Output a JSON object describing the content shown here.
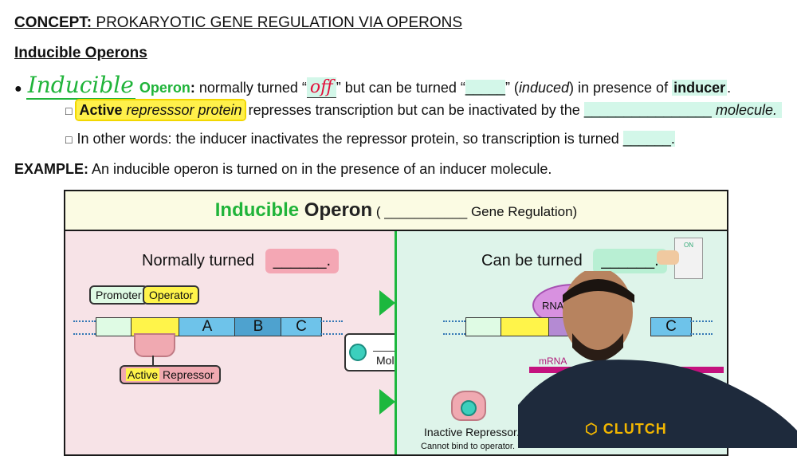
{
  "concept": {
    "label": "CONCEPT:",
    "title": "PROKARYOTIC GENE REGULATION VIA OPERONS"
  },
  "subheading": "Inducible Operons",
  "bullet1": {
    "handwritten_word": "Inducible",
    "operon": "Operon",
    "colon": ":",
    "text_a": " normally turned “",
    "handwritten_off": "off",
    "text_b": "” but can be turned “",
    "blank": "_____",
    "text_c": "” (",
    "induced": "induced",
    "text_d": ") in presence of ",
    "inducer": "inducer",
    "period": "."
  },
  "bullet2": {
    "bold": "Active",
    "italic": " represssor protein",
    "text": " represses transcription but can be inactivated by the ",
    "blank": "________________",
    "molecule": " molecule."
  },
  "bullet3": {
    "text": "In other words: the inducer inactivates the repressor protein, so transcription is turned ",
    "blank": "______."
  },
  "example": {
    "label": "EXAMPLE:",
    "text": " An inducible operon is turned on in the presence of an inducer molecule."
  },
  "diagram": {
    "title_green": "Inducible",
    "title_dark": " Operon",
    "title_rest": " ( ___________ Gene Regulation)",
    "left_caption": "Normally turned",
    "left_blank": "______.",
    "right_caption": "Can be turned",
    "right_blank": "______.",
    "promoter": "Promoter",
    "operator": "Operator",
    "gene_a": "A",
    "gene_b": "B",
    "gene_c": "C",
    "active_word": "Active",
    "repressor_word": " Repressor",
    "molecule_label": "Molecule",
    "rna_poly": "RNA Polym",
    "mrna": "mRNA",
    "inactive_title": "Inactive Repressor.",
    "inactive_sub": "Cannot bind to operator.",
    "switch_on": "ON"
  },
  "watermark": "CLUTCH",
  "colors": {
    "green": "#20b43a",
    "red": "#e2123c",
    "highlight_green": "#d3f7e9",
    "highlight_yellow": "#fff04a",
    "pink_panel": "#f7e3e7",
    "mint_panel": "#def4ea"
  }
}
